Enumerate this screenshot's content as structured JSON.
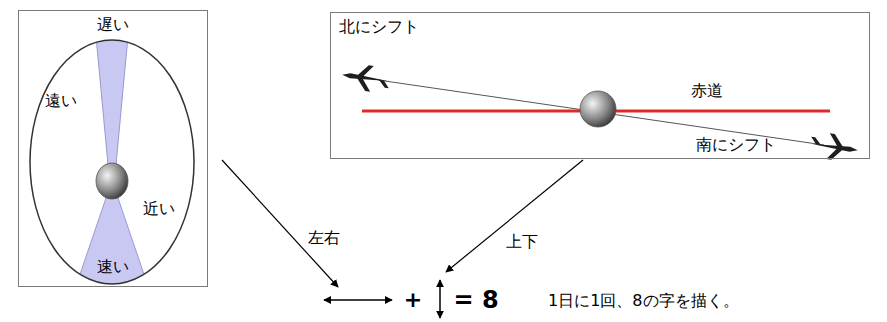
{
  "diagram": {
    "nodes": [
      {
        "text": [
          "遅い",
          "遠い",
          "近い",
          "速い"
        ]
      },
      {
        "text": [
          "北にシフト",
          "赤道",
          "南にシフト"
        ]
      }
    ],
    "labels": [
      "左右",
      "上下",
      "+",
      "= 8",
      "1日に1回、8の字を描く。"
    ]
  }
}
